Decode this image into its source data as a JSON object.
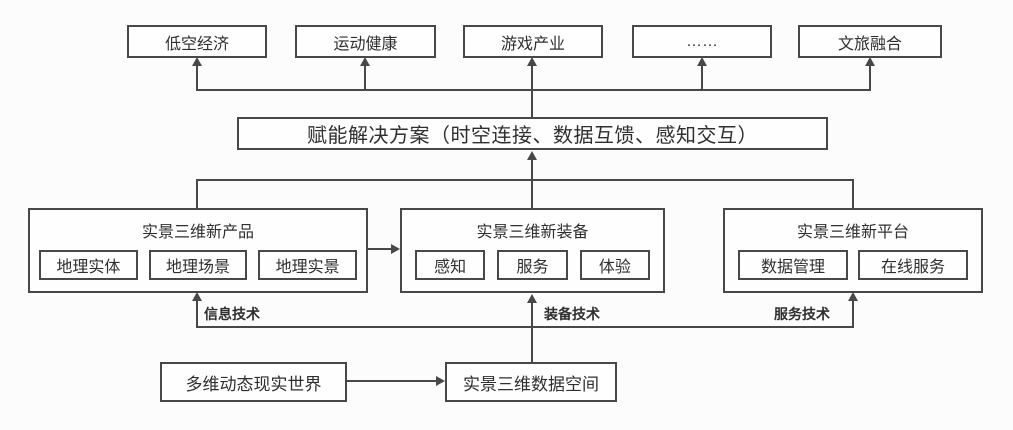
{
  "diagram": {
    "top_applications": [
      {
        "label": "低空经济"
      },
      {
        "label": "运动健康"
      },
      {
        "label": "游戏产业"
      },
      {
        "label": "……"
      },
      {
        "label": "文旅融合"
      }
    ],
    "solution": {
      "label": "赋能解决方案（时空连接、数据互馈、感知交互）"
    },
    "groups": [
      {
        "title": "实景三维新产品",
        "items": [
          "地理实体",
          "地理场景",
          "地理实景"
        ]
      },
      {
        "title": "实景三维新装备",
        "items": [
          "感知",
          "服务",
          "体验"
        ]
      },
      {
        "title": "实景三维新平台",
        "items": [
          "数据管理",
          "在线服务"
        ]
      }
    ],
    "tech_labels": [
      "信息技术",
      "装备技术",
      "服务技术"
    ],
    "bottom_flow": [
      {
        "label": "多维动态现实世界"
      },
      {
        "label": "实景三维数据空间"
      }
    ],
    "colors": {
      "line": "#484848",
      "box_background": "#fefefe",
      "page_background": "#fcfcfc",
      "text": "#2f2f2f"
    }
  }
}
